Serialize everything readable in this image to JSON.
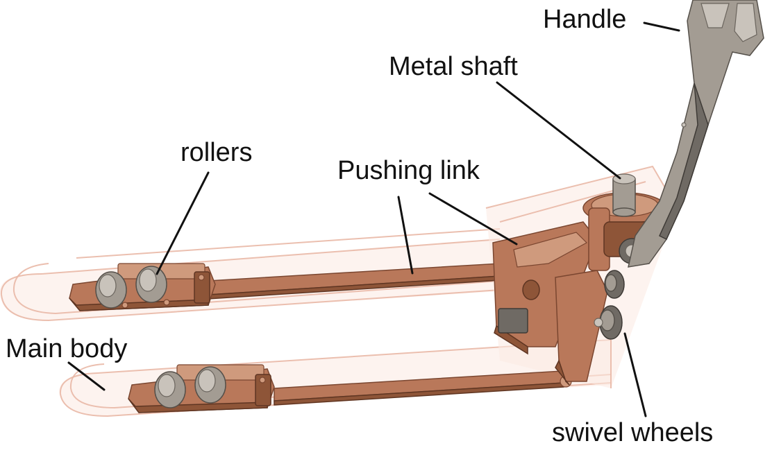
{
  "labels": {
    "handle": "Handle",
    "metal_shaft": "Metal shaft",
    "rollers": "rollers",
    "pushing_link": "Pushing link",
    "main_body": "Main body",
    "swivel_wheels": "swivel wheels"
  },
  "colors": {
    "copper": "#b9785a",
    "steel": "#a39c93",
    "ghost_outline": "#e9b8a6",
    "label_text": "#111111"
  }
}
